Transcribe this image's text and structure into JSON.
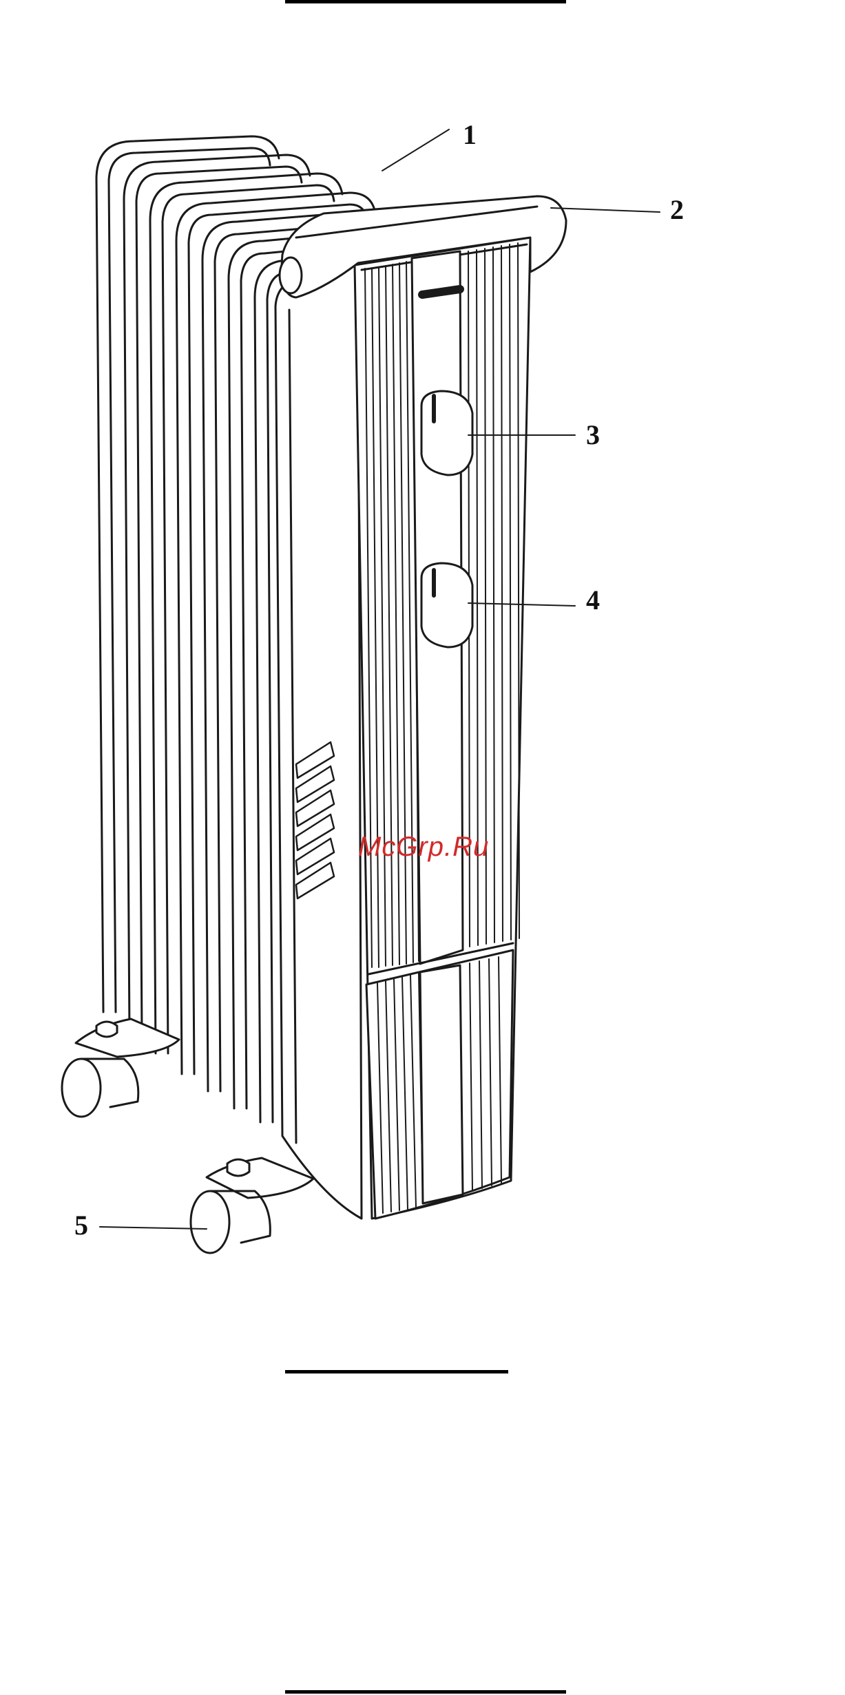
{
  "figure": {
    "subject": "oil-filled radiator heater",
    "callouts": [
      {
        "label": "1",
        "target": "heating fins"
      },
      {
        "label": "2",
        "target": "carry handle"
      },
      {
        "label": "3",
        "target": "control knob (upper)"
      },
      {
        "label": "4",
        "target": "control knob (lower)"
      },
      {
        "label": "5",
        "target": "castor wheel"
      }
    ],
    "watermark": "McGrp.Ru",
    "colors": {
      "ink": "#1a1a1a",
      "watermark": "#d22a2a",
      "paper": "#ffffff"
    }
  }
}
